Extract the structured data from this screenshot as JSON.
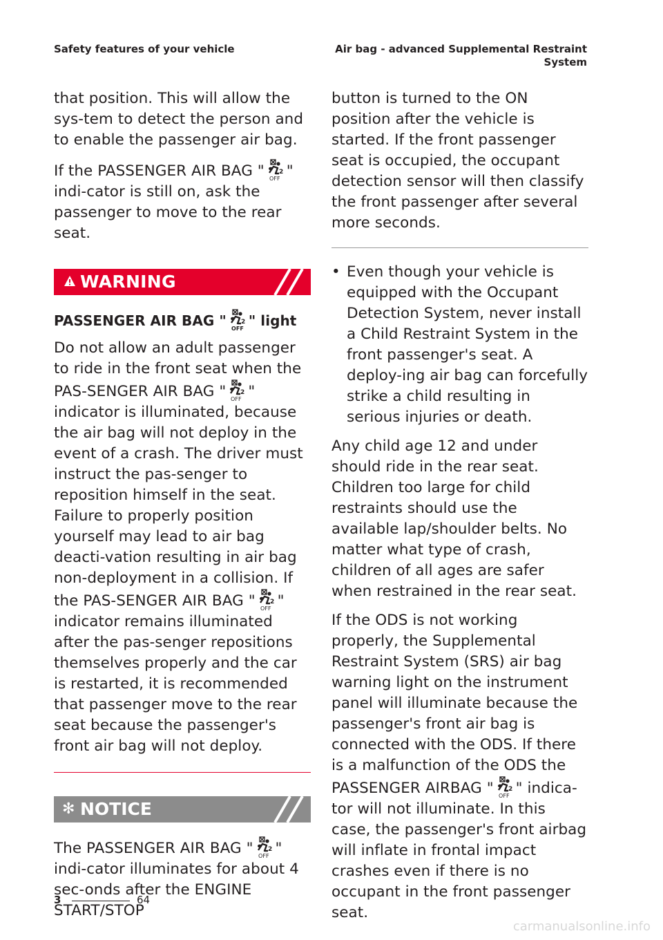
{
  "header": {
    "left": "Safety features of your vehicle",
    "right_line1": "Air bag - advanced Supplemental Restraint",
    "right_line2": "System"
  },
  "left": {
    "p1": "that position. This will allow the sys-tem to detect the person and to enable the passenger air bag.",
    "p2_a": "If the PASSENGER AIR BAG \"",
    "p2_b": "\" indi-cator is still on, ask the passenger to move to the rear seat.",
    "warning_title": "WARNING",
    "warning_sub_a": "PASSENGER AIR BAG \"",
    "warning_sub_b": "\" light",
    "w1": "Do not allow an adult passenger to ride in the front seat when the PAS-SENGER AIR BAG \"",
    "w2": "\" indicator is illuminated, because the air bag will not deploy in the event of a crash. The driver must instruct the pas-senger to reposition himself in the seat. Failure to properly position yourself may lead to air bag deacti-vation resulting in air bag non-deployment in a collision. If the PAS-SENGER AIR BAG \"",
    "w3": "\" indicator remains illuminated after the pas-senger repositions themselves properly and the car is restarted, it is recommended that passenger move to the rear seat because the passenger's front air bag will not deploy.",
    "notice_title": "NOTICE",
    "n1": "The PASSENGER AIR BAG \"",
    "n2": "\" indi-cator illuminates for about 4 sec-onds after the ENGINE START/STOP"
  },
  "right": {
    "p1": "button is turned to the ON position after the vehicle is started. If the front passenger seat is occupied, the occupant detection sensor will then classify the front passenger after several more seconds.",
    "bullet": "Even though your vehicle is equipped with the Occupant Detection System, never install a Child Restraint System in the front passenger's seat. A deploy-ing air bag can forcefully strike a child resulting in serious injuries or death.",
    "p2": "Any child age 12 and under should ride in the rear seat. Children too large for child restraints should use the available lap/shoulder belts. No matter what type of crash, children of all ages are safer when restrained in the rear seat.",
    "p3_a": "If the ODS is not working properly, the Supplemental Restraint System (SRS) air bag warning light on the instrument panel will illuminate because the passenger's front air bag is connected with the ODS. If there is a malfunction of the ODS the PASSENGER AIRBAG \"",
    "p3_b": "\" indica-tor will not illuminate. In this case, the passenger's front airbag will inflate in frontal impact crashes even if there is no occupant in the front passenger seat."
  },
  "footer": {
    "section": "3",
    "page": "64"
  },
  "watermark": "carmanualsonline.info",
  "icon": {
    "name": "passenger-airbag-off-icon",
    "label": "OFF"
  },
  "colors": {
    "warning": "#e4002b",
    "notice": "#8c8c8c",
    "text": "#231f20"
  }
}
